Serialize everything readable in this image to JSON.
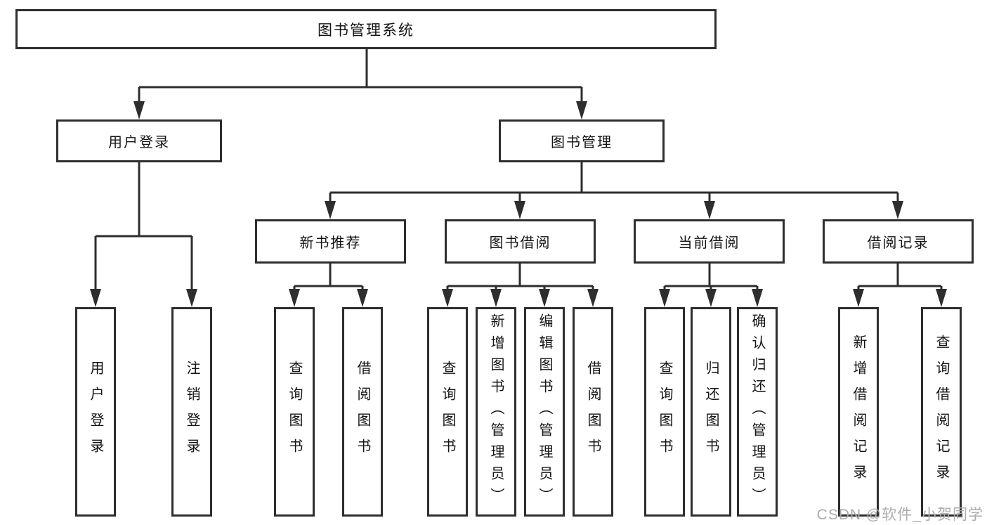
{
  "tree": {
    "root": {
      "label": "图书管理系统"
    },
    "level2": [
      {
        "id": "user-login",
        "label": "用户登录"
      },
      {
        "id": "book-management",
        "label": "图书管理"
      }
    ],
    "level3": [
      {
        "id": "new-book-recommend",
        "label": "新书推荐",
        "parent": "图书管理"
      },
      {
        "id": "book-borrowing",
        "label": "图书借阅",
        "parent": "图书管理"
      },
      {
        "id": "current-borrowing",
        "label": "当前借阅",
        "parent": "图书管理"
      },
      {
        "id": "borrowing-records",
        "label": "借阅记录",
        "parent": "图书管理"
      }
    ],
    "leaves": [
      {
        "id": "leaf-user-login",
        "label": "用户登录",
        "parent": "用户登录"
      },
      {
        "id": "leaf-logout",
        "label": "注销登录",
        "parent": "用户登录"
      },
      {
        "id": "leaf-query-book-1",
        "label": "查询图书",
        "parent": "新书推荐"
      },
      {
        "id": "leaf-borrow-book-1",
        "label": "借阅图书",
        "parent": "新书推荐"
      },
      {
        "id": "leaf-query-book-2",
        "label": "查询图书",
        "parent": "图书借阅"
      },
      {
        "id": "leaf-add-book-admin",
        "label": "新增图书（管理员）",
        "parent": "图书借阅"
      },
      {
        "id": "leaf-edit-book-admin",
        "label": "编辑图书（管理员）",
        "parent": "图书借阅"
      },
      {
        "id": "leaf-borrow-book-2",
        "label": "借阅图书",
        "parent": "图书借阅"
      },
      {
        "id": "leaf-query-book-3",
        "label": "查询图书",
        "parent": "当前借阅"
      },
      {
        "id": "leaf-return-book",
        "label": "归还图书",
        "parent": "当前借阅"
      },
      {
        "id": "leaf-confirm-return-admin",
        "label": "确认归还（管理员）",
        "parent": "当前借阅"
      },
      {
        "id": "leaf-add-borrow-record",
        "label": "新增借阅记录",
        "parent": "借阅记录"
      },
      {
        "id": "leaf-query-borrow-record",
        "label": "查询借阅记录",
        "parent": "借阅记录"
      }
    ]
  },
  "watermark": {
    "text": "CSDN @软件_小贺同学"
  },
  "colors": {
    "line": "#2e2e2e",
    "text": "#141414",
    "background": "#ffffff",
    "watermark": "#ababab"
  }
}
